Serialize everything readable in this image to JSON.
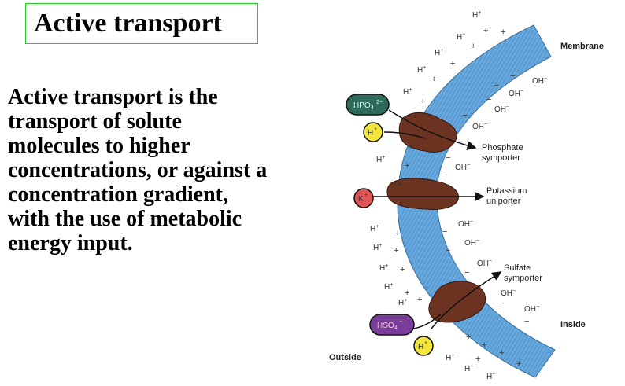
{
  "title": "Active transport",
  "body_lines": [
    "Active transport is the",
    "transport of solute",
    "molecules to higher",
    "concentrations, or against a",
    "concentration gradient,",
    "with the use of metabolic",
    "energy input."
  ],
  "diagram": {
    "labels": {
      "membrane": "Membrane",
      "inside": "Inside",
      "outside": "Outside",
      "phosphate_1": "Phosphate",
      "phosphate_2": "symporter",
      "potassium_1": "Potassium",
      "potassium_2": "uniporter",
      "sulfate_1": "Sulfate",
      "sulfate_2": "symporter"
    },
    "ions": {
      "hpo4": "HPO",
      "hplus": "H",
      "kplus": "K",
      "hso4": "HSO",
      "hydrogen": "H",
      "hydroxide": "OH"
    },
    "colors": {
      "membrane": "#5b9fd6",
      "transporter": "#6b3320",
      "hpo4_ion": "#2f6b5a",
      "hplus_ion": "#f3e63a",
      "kplus_ion": "#e05555",
      "hso4_ion": "#7a3d9a",
      "title_border": "#22cc22"
    }
  }
}
